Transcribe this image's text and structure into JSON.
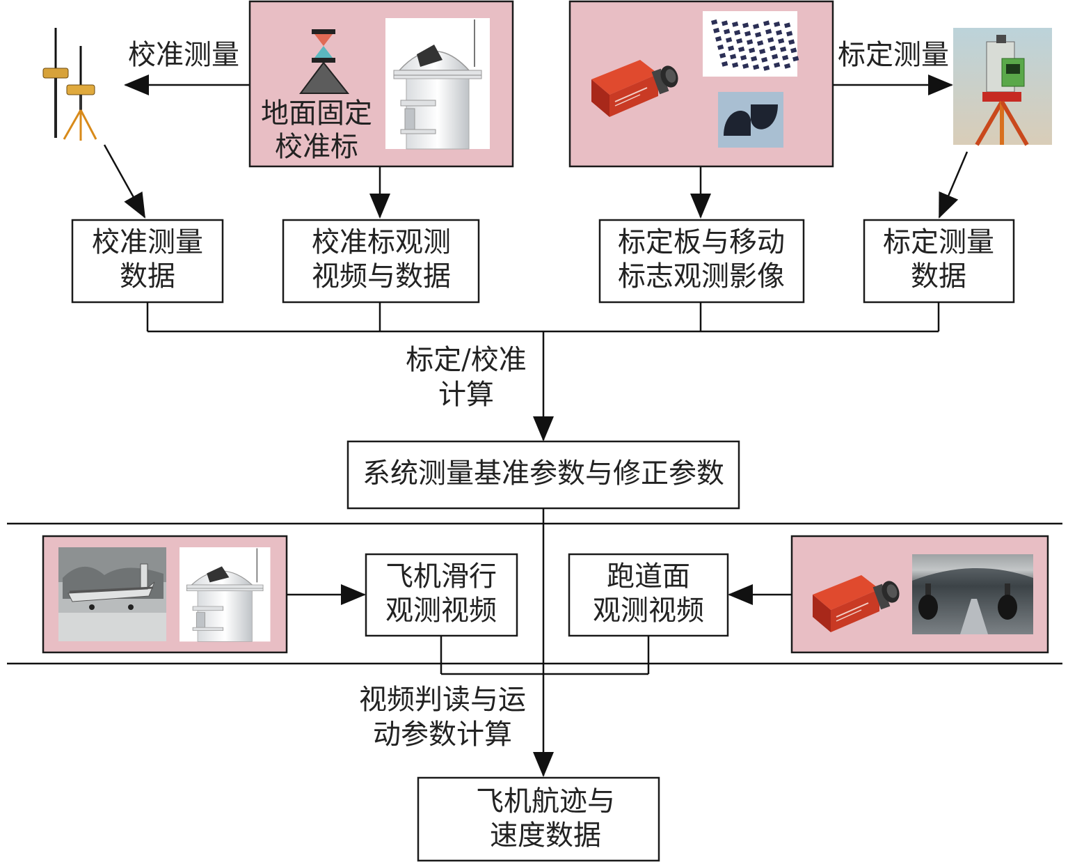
{
  "labels": {
    "calib_measure_arrow": "校准测量",
    "ground_target_l1": "地面固定",
    "ground_target_l2": "校准标",
    "calib_measure_arrow_right": "标定测量",
    "calc_l1": "标定/校准",
    "calc_l2": "计算",
    "interpret_l1": "视频判读与运",
    "interpret_l2": "动参数计算"
  },
  "boxes": {
    "calib_data": [
      "校准测量",
      "数据"
    ],
    "target_video": [
      "校准标观测",
      "视频与数据"
    ],
    "board_images": [
      "标定板与移动",
      "标志观测影像"
    ],
    "cal_data": [
      "标定测量",
      "数据"
    ],
    "reference": [
      "系统测量基准参数与修正参数"
    ],
    "taxi_video": [
      "飞机滑行",
      "观测视频"
    ],
    "runway_video": [
      "跑道面",
      "观测视频"
    ],
    "result": [
      "飞机航迹与",
      "速度数据"
    ]
  },
  "colors": {
    "panel_fill": "#e8bec4",
    "line": "#1a1a1a",
    "camera_red": "#d43a22",
    "tripod_orange": "#d88a1a",
    "instrument_green": "#5aa84a",
    "sky": "#c9d9df"
  },
  "icons": {
    "gps": "gps-receivers-icon",
    "target": "calibration-target-icon",
    "tower": "observation-tower-icon",
    "camera": "camera-icon",
    "board": "calibration-board-icon",
    "marker": "moving-marker-icon",
    "total_station": "total-station-icon",
    "airplane": "airplane-photo-icon",
    "landing_gear": "landing-gear-photo-icon"
  }
}
